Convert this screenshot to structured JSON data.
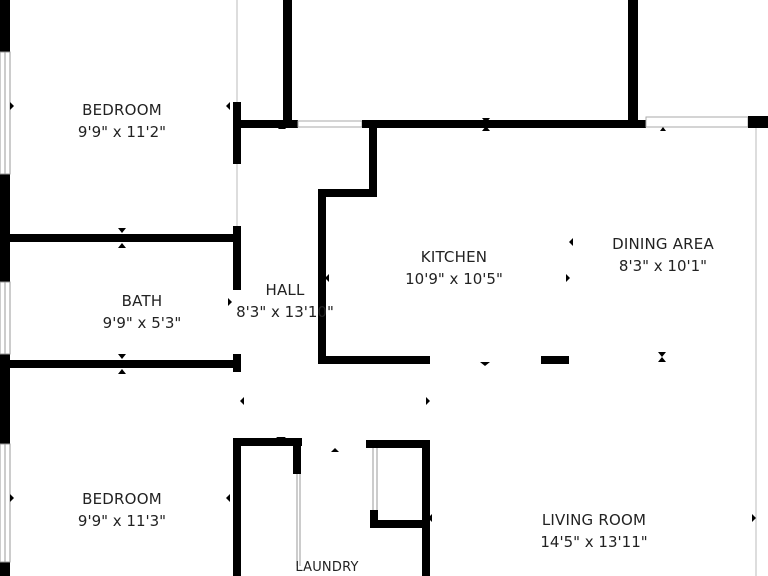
{
  "colors": {
    "wall": "#000000",
    "background": "#ffffff",
    "text": "#222222",
    "window": "#cfcfcf"
  },
  "rooms": {
    "bedroom_top": {
      "name": "BEDROOM",
      "dims": "9'9\" x 11'2\""
    },
    "bath": {
      "name": "BATH",
      "dims": "9'9\" x 5'3\""
    },
    "bedroom_bottom": {
      "name": "BEDROOM",
      "dims": "9'9\" x 11'3\""
    },
    "hall": {
      "name": "HALL",
      "dims": "8'3\" x 13'10\""
    },
    "kitchen": {
      "name": "KITCHEN",
      "dims": "10'9\" x 10'5\""
    },
    "dining": {
      "name": "DINING AREA",
      "dims": "8'3\" x 10'1\""
    },
    "living": {
      "name": "LIVING ROOM",
      "dims": "14'5\" x 13'11\""
    },
    "laundry": {
      "name": "LAUNDRY"
    }
  }
}
